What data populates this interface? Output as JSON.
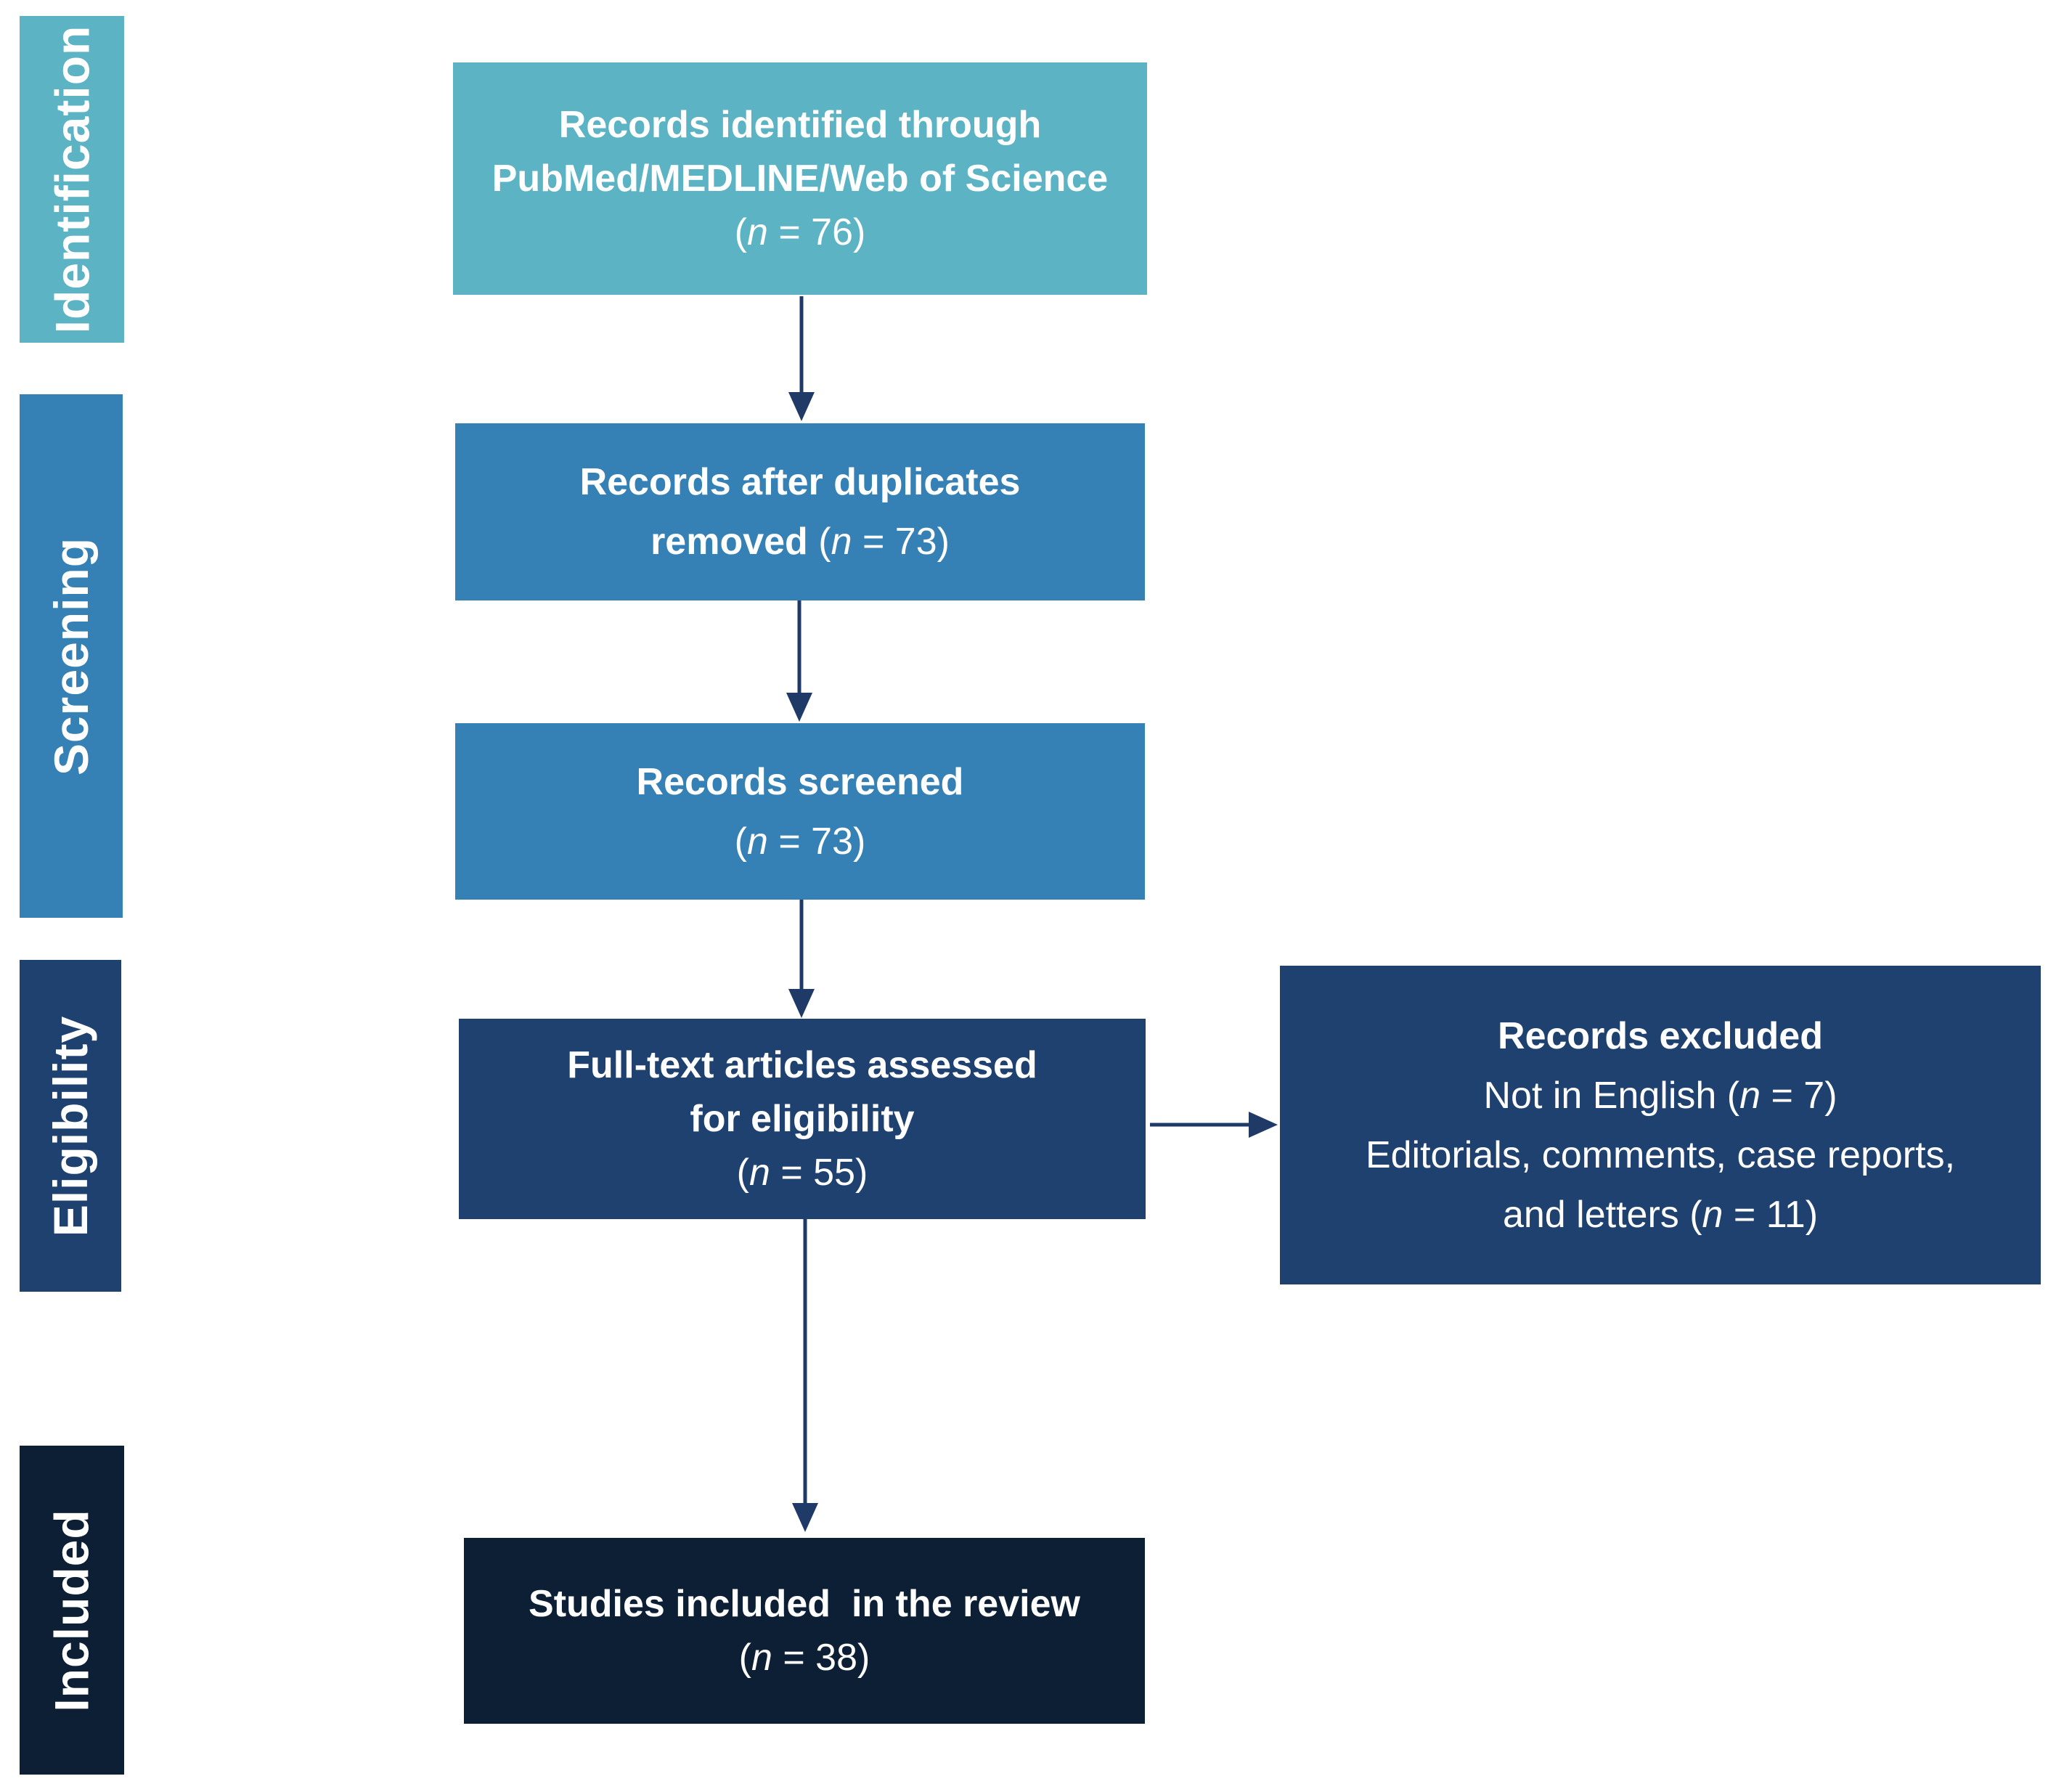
{
  "colors": {
    "identification": "#5bb3c4",
    "screening": "#3580b4",
    "eligibility": "#1f4170",
    "included": "#0c1f35",
    "arrow": "#1f3a66"
  },
  "stages": {
    "identification": "Identification",
    "screening": "Screening",
    "eligibility": "Eligibility",
    "included": "Included"
  },
  "boxes": {
    "identified": {
      "line1": "Records identified through",
      "line2": "PubMed/MEDLINE/Web of Science",
      "count": {
        "open": "(",
        "n": "n",
        "eq": " = 76)"
      }
    },
    "duplicates": {
      "line1": "Records after duplicates",
      "line2": "removed",
      "count": {
        "open": " (",
        "n": "n",
        "eq": " = 73)"
      }
    },
    "screened": {
      "line1": "Records screened",
      "count": {
        "open": "(",
        "n": "n",
        "eq": " = 73)"
      }
    },
    "fulltext": {
      "line1": "Full-text articles assessed",
      "line2": "for eligibility",
      "count": {
        "open": "(",
        "n": "n",
        "eq": " = 55)"
      }
    },
    "excluded": {
      "title": "Records excluded",
      "reason1": {
        "text": "Not in English (",
        "n": "n",
        "eq": " = 7)"
      },
      "reason2a": "Editorials, comments, case reports,",
      "reason2b": {
        "text": "and letters (",
        "n": "n",
        "eq": " = 11)"
      }
    },
    "included": {
      "line1": "Studies included  in the review",
      "count": {
        "open": "(",
        "n": "n",
        "eq": " = 38)"
      }
    }
  }
}
